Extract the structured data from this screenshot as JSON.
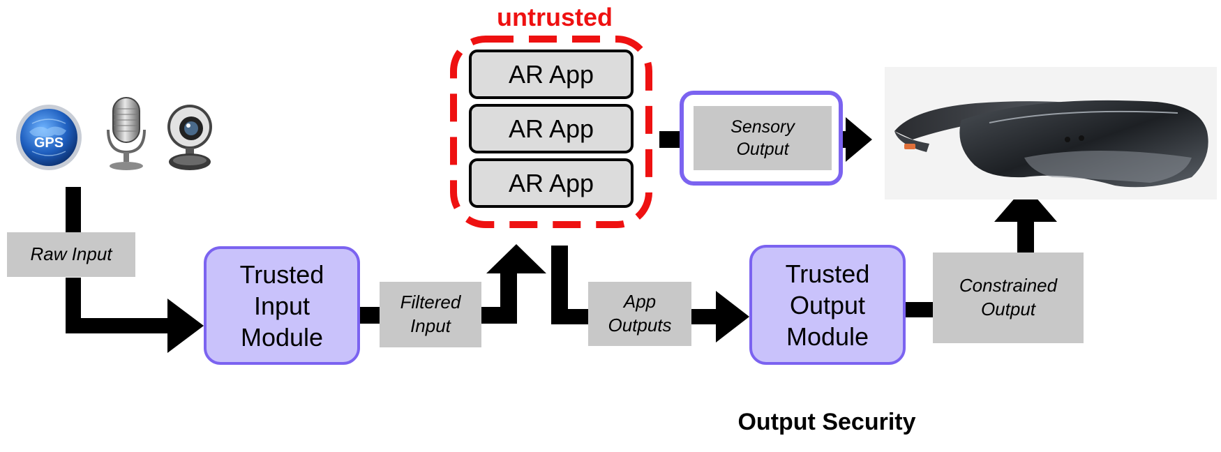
{
  "untrusted_label": "untrusted",
  "apps": [
    {
      "label": "AR App"
    },
    {
      "label": "AR App"
    },
    {
      "label": "AR App"
    }
  ],
  "sensory_output_label": "Sensory\nOutput",
  "raw_input_label": "Raw Input",
  "trusted_input_module_label": "Trusted\nInput\nModule",
  "filtered_input_label": "Filtered\nInput",
  "app_outputs_label": "App\nOutputs",
  "trusted_output_module_label": "Trusted\nOutput\nModule",
  "constrained_output_label": "Constrained\nOutput",
  "caption": "Output Security",
  "input_devices": [
    {
      "icon": "gps-icon",
      "text": "GPS"
    },
    {
      "icon": "microphone-icon"
    },
    {
      "icon": "webcam-icon"
    }
  ],
  "output_device": {
    "icon": "ar-headset-icon"
  },
  "colors": {
    "untrusted_red": "#ee1111",
    "module_fill": "#c9c2fb",
    "module_border": "#7b63f0",
    "label_gray": "#c8c8c8",
    "app_gray": "#dcdcdc"
  }
}
